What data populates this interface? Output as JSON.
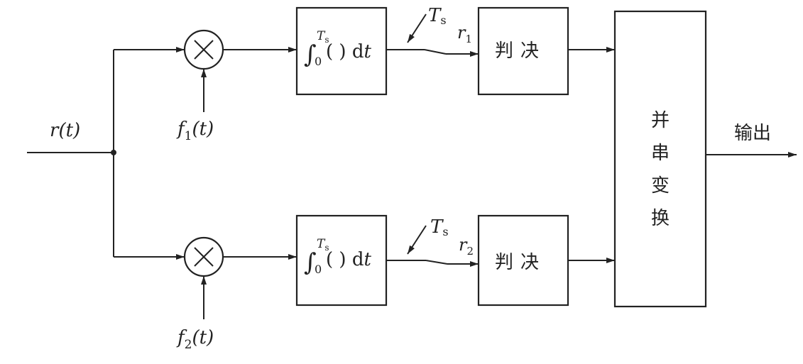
{
  "input": {
    "base": "r",
    "arg": "(t)"
  },
  "branch1": {
    "ref": {
      "base": "f",
      "sub": "1",
      "arg": "(t)"
    },
    "integrator": {
      "upper": "T",
      "upper_sub": "s",
      "lower": "0",
      "body": "( ) d",
      "var": "t"
    },
    "sampler": {
      "base": "T",
      "sub": "s"
    },
    "sample": {
      "base": "r",
      "sub": "1"
    },
    "decision": {
      "c1": "判",
      "c2": "决"
    }
  },
  "branch2": {
    "ref": {
      "base": "f",
      "sub": "2",
      "arg": "(t)"
    },
    "integrator": {
      "upper": "T",
      "upper_sub": "s",
      "lower": "0",
      "body": "( ) d",
      "var": "t"
    },
    "sampler": {
      "base": "T",
      "sub": "s"
    },
    "sample": {
      "base": "r",
      "sub": "2"
    },
    "decision": {
      "c1": "判",
      "c2": "决"
    }
  },
  "converter": {
    "chars": [
      "并",
      "串",
      "变",
      "换"
    ]
  },
  "output": {
    "label": "输出"
  }
}
